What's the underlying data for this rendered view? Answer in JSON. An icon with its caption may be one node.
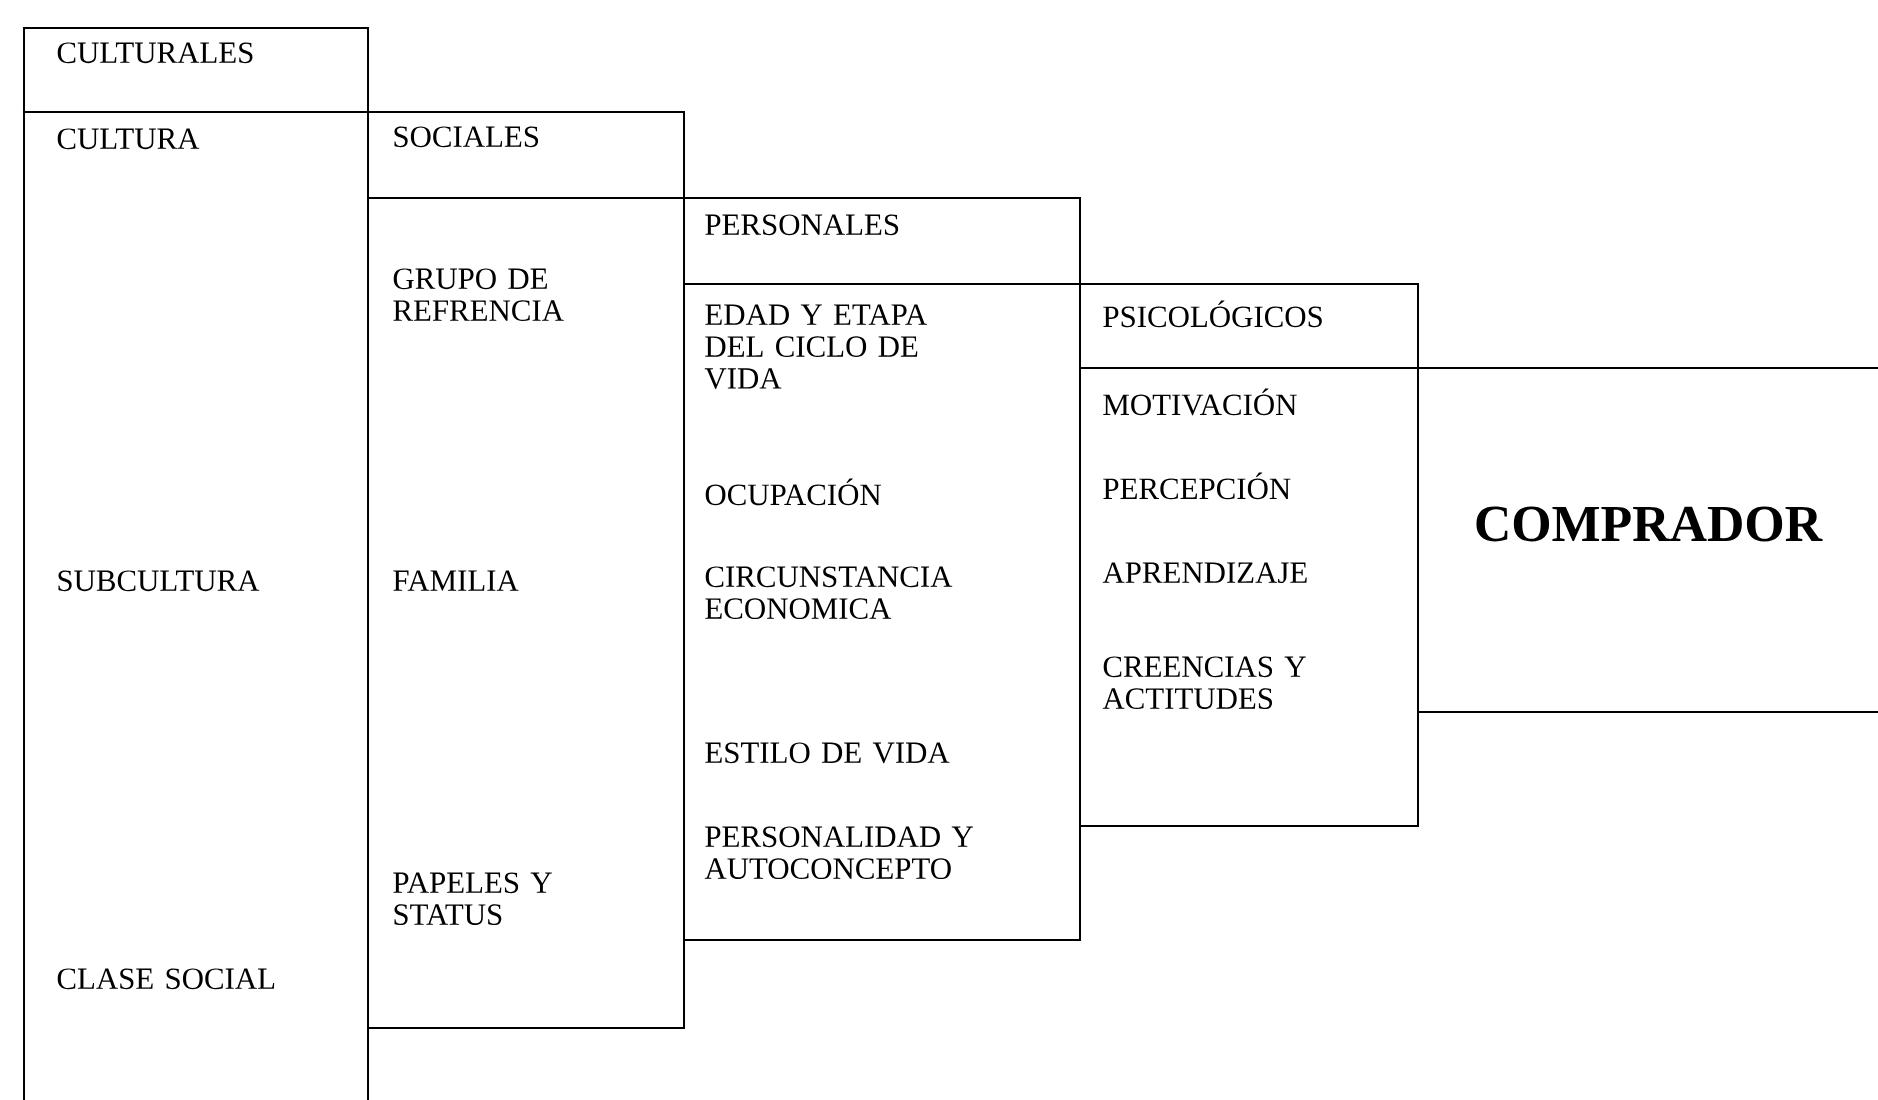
{
  "diagram": {
    "nodes": [
      {
        "text": [
          "CULTURALES"
        ]
      },
      {
        "text": [
          "CULTURA",
          "SUBCULTURA",
          "CLASE SOCIAL"
        ]
      },
      {
        "text": [
          "SOCIALES"
        ]
      },
      {
        "text": [
          "GRUPO DE REFRENCIA",
          "FAMILIA",
          "PAPELES Y STATUS"
        ]
      },
      {
        "text": [
          "PERSONALES"
        ]
      },
      {
        "text": [
          "EDAD Y ETAPA DEL CICLO DE VIDA",
          "OCUPACIÓN",
          "CIRCUNSTANCIA ECONOMICA",
          "ESTILO DE VIDA",
          "PERSONALIDAD Y AUTOCONCEPTO"
        ]
      },
      {
        "text": [
          "PSICOLÓGICOS"
        ]
      },
      {
        "text": [
          "MOTIVACIÓN",
          "PERCEPCIÓN",
          "APRENDIZAJE",
          "CREENCIAS Y ACTITUDES"
        ]
      },
      {
        "text": [
          "COMPRADOR"
        ]
      }
    ]
  }
}
